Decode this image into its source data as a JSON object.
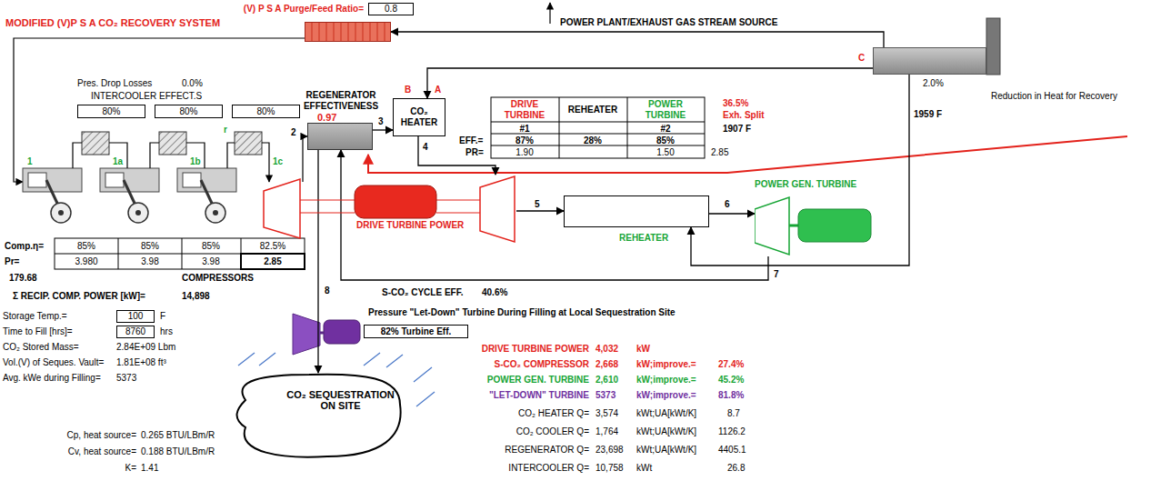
{
  "diagram": {
    "nodes": [
      {
        "text": [
          "0.8"
        ]
      },
      {
        "text": [
          "MODIFIED (V)P S A CO₂ RECOVERY SYSTEM"
        ]
      },
      {
        "text": [
          "POWER PLANT/EXHAUST GAS STREAM SOURCE"
        ]
      },
      {
        "text": [
          "80%"
        ]
      },
      {
        "text": [
          "80%"
        ]
      },
      {
        "text": [
          "80%"
        ]
      },
      {
        "text": [
          "REGENERATOR EFFECTIVENESS",
          "0.97"
        ]
      },
      {
        "text": [
          "CO₂ HEATER"
        ]
      },
      {
        "text": [
          "DRIVE TURBINE POWER"
        ]
      },
      {
        "text": [
          "REHEATER"
        ]
      },
      {
        "text": [
          "POWER GEN. TURBINE"
        ]
      },
      {
        "text": [
          "100"
        ]
      },
      {
        "text": [
          "8760"
        ]
      },
      {
        "text": [
          "82% Turbine Eff."
        ]
      },
      {
        "text": [
          "CO₂ SEQUESTRATION ON SITE"
        ]
      }
    ],
    "edges": [
      {
        "from": 2,
        "to": 1,
        "arrow": "to"
      },
      {
        "from": 2,
        "to": 7,
        "arrow": "to"
      },
      {
        "from": 6,
        "to": 7,
        "arrow": "to"
      },
      {
        "from": 7,
        "to": 8,
        "arrow": "to"
      },
      {
        "from": 8,
        "to": 9,
        "arrow": "to"
      },
      {
        "from": 9,
        "to": 10,
        "arrow": "to"
      },
      {
        "from": 2,
        "to": 9,
        "arrow": "to"
      },
      {
        "from": 10,
        "to": 6,
        "arrow": "to"
      },
      {
        "from": 6,
        "to": 14,
        "arrow": "to"
      }
    ],
    "labels": [
      "(V) P S A Purge/Feed Ratio=",
      "C",
      "2.0%",
      "Reduction in Heat for Recovery",
      "Pres. Drop Losses",
      "0.0%",
      "INTERCOOLER EFFECT.S",
      "B",
      "A",
      "DRIVE TURBINE",
      "REHEATER",
      "POWER TURBINE",
      "36.5%",
      "Exh. Split",
      "#1",
      "#2",
      "1907 F",
      "EFF.=",
      "87%",
      "28%",
      "85%",
      "PR=",
      "1.90",
      "1.50",
      "2.85",
      "1959 F",
      "1",
      "1a",
      "1b",
      "1c",
      "r",
      "2",
      "3",
      "4",
      "5",
      "6",
      "7",
      "8",
      "S-CO₂ CYCLE EFF.",
      "40.6%",
      "Comp.η=",
      "85%",
      "85%",
      "85%",
      "82.5%",
      "Pr=",
      "3.980",
      "3.98",
      "3.98",
      "2.85",
      "179.68",
      "COMPRESSORS",
      "Σ RECIP. COMP. POWER [kW]=",
      "14,898",
      "Storage Temp.=",
      "F",
      "Time to Fill [hrs]=",
      "hrs",
      "CO₂ Stored Mass=",
      "2.84E+09 Lbm",
      "Vol.(V) of Seques. Vault=",
      "1.81E+08 ft³",
      "Avg. kWe during Filling=",
      "5373",
      "Pressure \"Let-Down\" Turbine During Filling at Local Sequestration Site",
      "DRIVE TURBINE POWER",
      "4,032",
      "kW",
      "S-CO₂ COMPRESSOR",
      "2,668",
      "kW;improve.=",
      "27.4%",
      "POWER GEN. TURBINE",
      "2,610",
      "kW;improve.=",
      "45.2%",
      "\"LET-DOWN\" TURBINE",
      "5373",
      "kW;improve.=",
      "81.8%",
      "CO₂ HEATER Q=",
      "3,574",
      "kWt;UA[kWt/K]",
      "8.7",
      "CO₂ COOLER Q=",
      "1,764",
      "kWt;UA[kWt/K]",
      "1126.2",
      "REGENERATOR Q=",
      "23,698",
      "kWt;UA[kWt/K]",
      "4405.1",
      "INTERCOOLER Q=",
      "10,758",
      "kWt",
      "26.8",
      "Cp, heat source=",
      "0.265 BTU/LBm/R",
      "Cv, heat source=",
      "0.188 BTU/LBm/R",
      "K=",
      "1.41"
    ]
  }
}
